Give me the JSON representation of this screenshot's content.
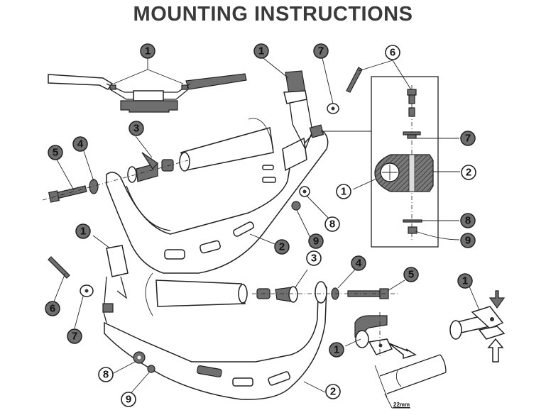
{
  "title": "MOUNTING INSTRUCTIONS",
  "colors": {
    "line": "#222222",
    "part_fill_dark": "#6f6f6f",
    "title_text": "#3a3a3a",
    "background": "#ffffff"
  },
  "callouts": {
    "top_handlebar": [
      {
        "label": "1"
      }
    ],
    "upper_assembly": [
      {
        "label": "1"
      },
      {
        "label": "7"
      },
      {
        "label": "6"
      },
      {
        "label": "3"
      },
      {
        "label": "4"
      },
      {
        "label": "5"
      },
      {
        "label": "8"
      },
      {
        "label": "9"
      },
      {
        "label": "2"
      }
    ],
    "detail_box": [
      {
        "label": "7"
      },
      {
        "label": "2"
      },
      {
        "label": "1"
      },
      {
        "label": "8"
      },
      {
        "label": "9"
      }
    ],
    "lower_assembly": [
      {
        "label": "1"
      },
      {
        "label": "6"
      },
      {
        "label": "7"
      },
      {
        "label": "3"
      },
      {
        "label": "4"
      },
      {
        "label": "5"
      },
      {
        "label": "8"
      },
      {
        "label": "9"
      },
      {
        "label": "2"
      }
    ],
    "clamp_detail_left": [
      {
        "label": "1"
      }
    ],
    "clamp_detail_right": [
      {
        "label": "1"
      }
    ]
  },
  "dimension_label": "22mm"
}
